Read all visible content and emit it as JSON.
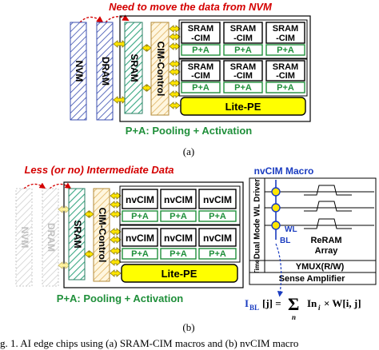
{
  "panel_a": {
    "note": "Need to move the data from NVM",
    "nvm": "NVM",
    "dram": "DRAM",
    "sram": "SRAM",
    "cim_control": "CIM-Control",
    "sram_cim": [
      "SRAM",
      "-CIM"
    ],
    "pa": "P+A",
    "lite_pe": "Lite-PE",
    "legend": "P+A: Pooling + Activation",
    "caption": "(a)"
  },
  "panel_b": {
    "note": "Less (or no) Intermediate Data",
    "nvm": "NVM",
    "dram": "DRAM",
    "sram": "SRAM",
    "cim_control": "CIM-Control",
    "nvcim": "nvCIM",
    "pa": "P+A",
    "lite_pe": "Lite-PE",
    "legend": "P+A: Pooling + Activation",
    "caption": "(b)"
  },
  "macro": {
    "title": "nvCIM Macro",
    "driver": "Dual Mode WL Driver",
    "wl": "WL",
    "bl": "BL",
    "array": [
      "ReRAM",
      "Array"
    ],
    "time": "Time",
    "ymux": "YMUX(R/W)",
    "sense_amp": "Sense Amplifier"
  },
  "equation": {
    "lhs": "I",
    "lhs_sub": "BL",
    "lhs_arg": "[j] =",
    "sigma": "Σ",
    "sigma_sub": "n",
    "rhs": "In",
    "rhs_sub": "i",
    "rhs_rest": "× W[i, j]"
  },
  "figure_caption": "g. 1.   AI edge chips using (a) SRAM-CIM macros and (b) nvCIM macro",
  "colors": {
    "note_red": "#d40000",
    "nvm_blue": "#3b4fb0",
    "sram_green": "#3aa883",
    "cim_tan": "#e6c07a",
    "pa_green": "#1f8f3a",
    "lite_pe_yellow": "#ffff00",
    "arrow_yellow": "#ffe600",
    "macro_blue": "#1a3cc0"
  }
}
